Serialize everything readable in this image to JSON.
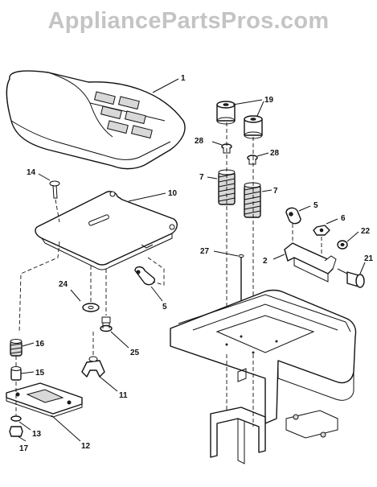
{
  "watermark": "AppliancePartsPros.com",
  "callouts": {
    "c1": "1",
    "c19": "19",
    "c28a": "28",
    "c28b": "28",
    "c7a": "7",
    "c7b": "7",
    "c14": "14",
    "c10": "10",
    "c5a": "5",
    "c6": "6",
    "c22": "22",
    "c27": "27",
    "c2": "2",
    "c21": "21",
    "c24": "24",
    "c5b": "5",
    "c25": "25",
    "c16": "16",
    "c15": "15",
    "c11": "11",
    "c13": "13",
    "c12": "12",
    "c17": "17"
  }
}
